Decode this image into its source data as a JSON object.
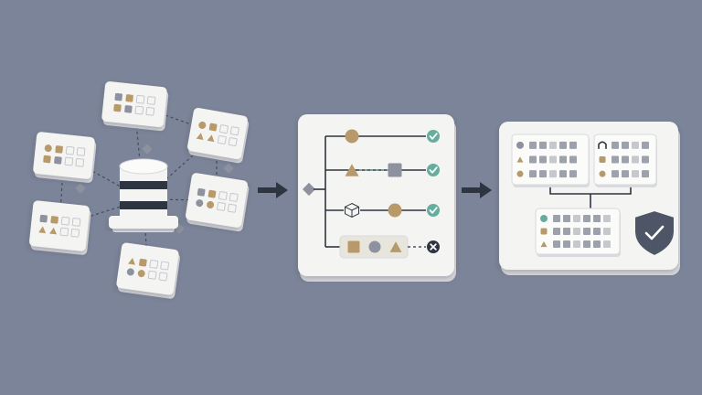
{
  "colors": {
    "background": "#7b8498",
    "card": "#f4f4f2",
    "card_edge": "#d9dade",
    "dark": "#2f3441",
    "tan": "#b89a6a",
    "gray": "#8e929e",
    "light_gray": "#c6c8ce",
    "success": "#66ad9d",
    "shield": "#4d5566"
  },
  "icons": {
    "database": "database-icon",
    "flow_arrow": "arrow-right-icon",
    "check": "check-circle-icon",
    "reject": "x-circle-icon",
    "shield": "shield-check-icon"
  },
  "diagram": {
    "stages": [
      {
        "name": "data-sources",
        "source_cards": 6,
        "source_card_icon_sets": [
          [
            "square",
            "square",
            "outline"
          ],
          [
            "circle",
            "triangle",
            "outline"
          ],
          [
            "circle",
            "square",
            "outline"
          ],
          [
            "square",
            "circle",
            "outline"
          ],
          [
            "square",
            "triangle",
            "outline"
          ],
          [
            "triangle",
            "circle",
            "outline"
          ]
        ]
      },
      {
        "name": "validation-pipeline",
        "rows": [
          {
            "shapes": [
              "circle"
            ],
            "result": "check"
          },
          {
            "shapes": [
              "triangle",
              "square"
            ],
            "result": "check"
          },
          {
            "shapes": [
              "cube",
              "circle"
            ],
            "result": "check"
          },
          {
            "shapes": [
              "square",
              "circle",
              "triangle"
            ],
            "result": "reject"
          }
        ]
      },
      {
        "name": "organized-schema",
        "tables": 3,
        "secured": true
      }
    ]
  }
}
